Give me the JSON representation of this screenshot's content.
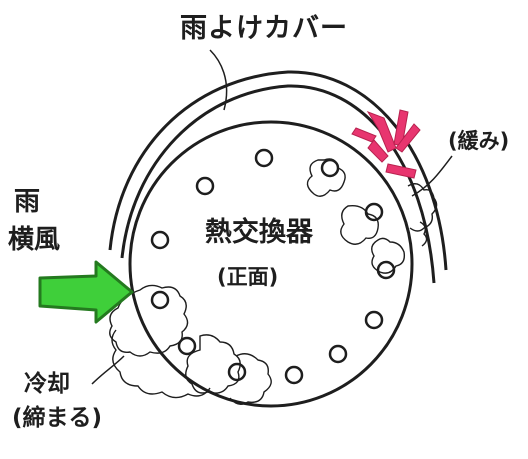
{
  "labels": {
    "cover": "雨よけカバー",
    "loosening": "(緩み)",
    "rain_line1": "雨",
    "rain_line2": "横風",
    "heat_exchanger": "熱交換器",
    "front_view": "(正面)",
    "cooling_line1": "冷却",
    "cooling_line2": "(締まる)"
  },
  "colors": {
    "ink": "#1e1e1e",
    "arrow_green": "#3fcf3a",
    "arrow_dark": "#247a1f",
    "mark_pink": "#e8356f"
  }
}
